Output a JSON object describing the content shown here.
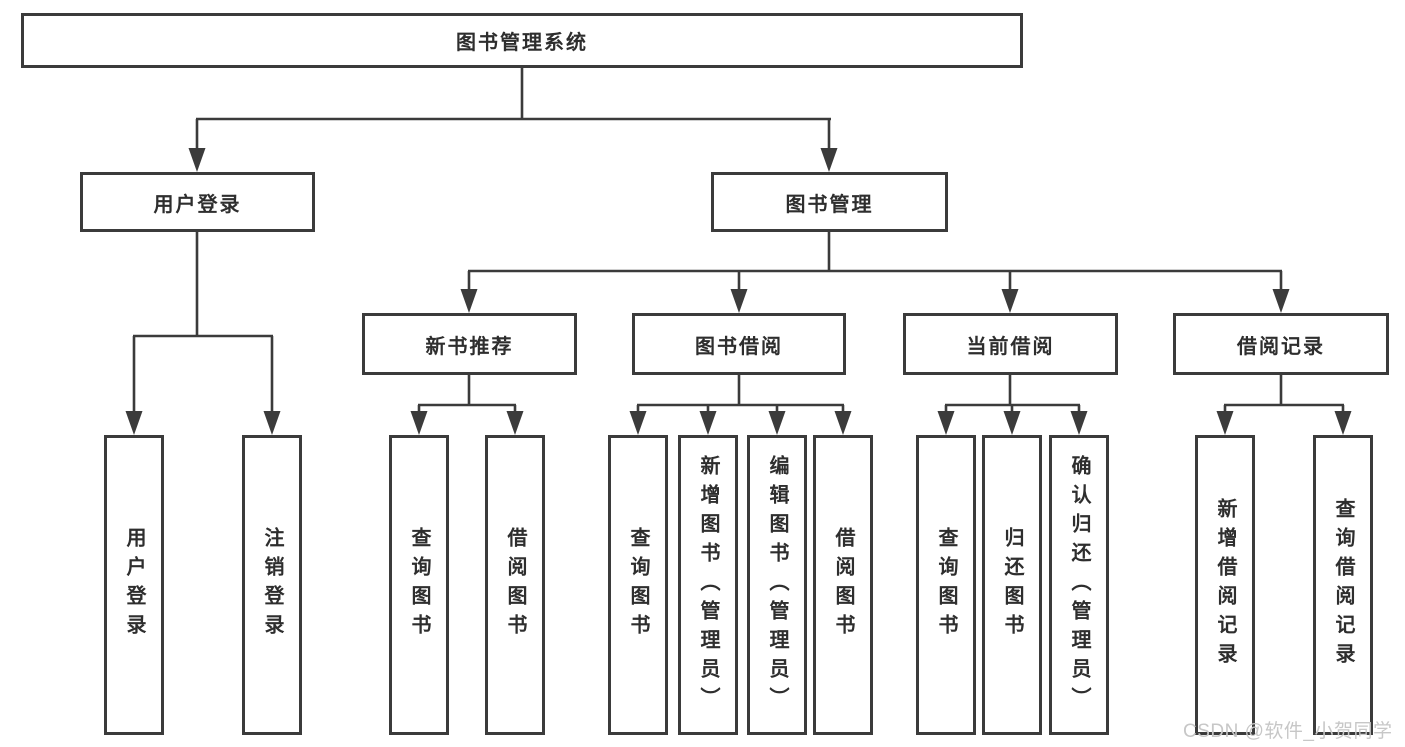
{
  "diagram": {
    "tree": {
      "label": "图书管理系统",
      "children": [
        {
          "label": "用户登录",
          "children": [
            {
              "label": "用户登录"
            },
            {
              "label": "注销登录"
            }
          ]
        },
        {
          "label": "图书管理",
          "children": [
            {
              "label": "新书推荐",
              "children": [
                {
                  "label": "查询图书"
                },
                {
                  "label": "借阅图书"
                }
              ]
            },
            {
              "label": "图书借阅",
              "children": [
                {
                  "label": "查询图书"
                },
                {
                  "label": "新增图书（管理员）"
                },
                {
                  "label": "编辑图书（管理员）"
                },
                {
                  "label": "借阅图书"
                }
              ]
            },
            {
              "label": "当前借阅",
              "children": [
                {
                  "label": "查询图书"
                },
                {
                  "label": "归还图书"
                },
                {
                  "label": "确认归还（管理员）"
                }
              ]
            },
            {
              "label": "借阅记录",
              "children": [
                {
                  "label": "新增借阅记录"
                },
                {
                  "label": "查询借阅记录"
                }
              ]
            }
          ]
        }
      ]
    },
    "colors": {
      "line": "#3b3b3b",
      "text": "#2e2e2e",
      "box_background": "#ffffff",
      "watermark": "#c7c7c7"
    }
  },
  "watermark": "CSDN @软件_小贺同学"
}
